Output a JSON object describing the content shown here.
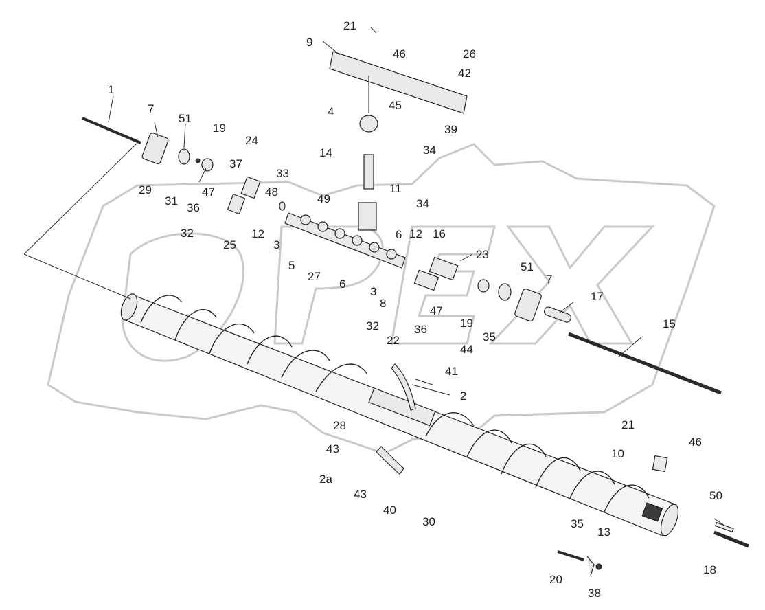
{
  "watermark": {
    "brand": "OPEX"
  },
  "labels": {
    "l1": "1",
    "l2": "2",
    "l2a": "2a",
    "l3a": "3",
    "l3b": "3",
    "l4": "4",
    "l5": "5",
    "l6a": "6",
    "l6b": "6",
    "l7a": "7",
    "l7b": "7",
    "l8": "8",
    "l9": "9",
    "l10": "10",
    "l11": "11",
    "l12a": "12",
    "l12b": "12",
    "l13": "13",
    "l14": "14",
    "l15": "15",
    "l16": "16",
    "l17": "17",
    "l18": "18",
    "l19a": "19",
    "l19b": "19",
    "l20": "20",
    "l21a": "21",
    "l21b": "21",
    "l22": "22",
    "l23": "23",
    "l24": "24",
    "l25": "25",
    "l26": "26",
    "l27": "27",
    "l28": "28",
    "l29": "29",
    "l30": "30",
    "l31": "31",
    "l32a": "32",
    "l32b": "32",
    "l33": "33",
    "l34a": "34",
    "l34b": "34",
    "l35a": "35",
    "l35b": "35",
    "l36a": "36",
    "l36b": "36",
    "l37": "37",
    "l38": "38",
    "l39": "39",
    "l40": "40",
    "l41": "41",
    "l42": "42",
    "l43a": "43",
    "l43b": "43",
    "l44": "44",
    "l45": "45",
    "l46a": "46",
    "l46b": "46",
    "l47a": "47",
    "l47b": "47",
    "l48": "48",
    "l49": "49",
    "l50": "50",
    "l51a": "51",
    "l51b": "51"
  }
}
